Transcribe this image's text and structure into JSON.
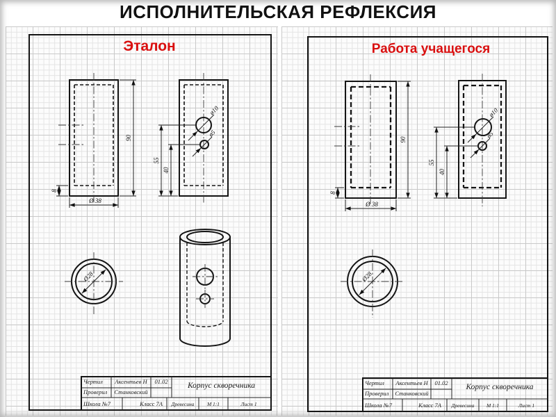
{
  "slide": {
    "title": "ИСПОЛНИТЕЛЬСКАЯ РЕФЛЕКСИЯ"
  },
  "colors": {
    "accent_red": "#d90f0f",
    "ink": "#111111"
  },
  "panels": [
    {
      "id": "etalon",
      "label": "Эталон",
      "dimensions": {
        "height": "90",
        "base_offset": "8",
        "outer_diameter": "Ø 38",
        "inner_diameter": "Ø28",
        "hole_large_dia": "ø10",
        "hole_small_dia": "ø5",
        "hole_large_height": "55",
        "hole_small_height": "40"
      },
      "title_block": {
        "drew_label": "Чертил",
        "drew_name": "Аксентьев Н",
        "date": "01.02",
        "checked_label": "Проверил",
        "checked_name": "Станковский",
        "part_name": "Корпус скворечника",
        "school": "Школа №7",
        "class_name": "Класс 7А",
        "material": "Древесина",
        "scale": "М 1:1",
        "sheet": "Лист 1"
      }
    },
    {
      "id": "student",
      "label": "Работа учащегося",
      "dimensions": {
        "height": "90",
        "base_offset": "8",
        "outer_diameter": "Ø 38",
        "inner_diameter": "Ø28",
        "hole_large_dia": "ø10",
        "hole_small_dia": "ø5",
        "hole_large_height": "55",
        "hole_small_height": "40"
      },
      "title_block": {
        "drew_label": "Чертил",
        "drew_name": "Аксентьев Н",
        "date": "01.02",
        "checked_label": "Проверил",
        "checked_name": "Станковский",
        "part_name": "Корпус скворечника",
        "school": "Школа №7",
        "class_name": "Класс 7А",
        "material": "Древесина",
        "scale": "М 1:1",
        "sheet": "Лист 1"
      }
    }
  ]
}
